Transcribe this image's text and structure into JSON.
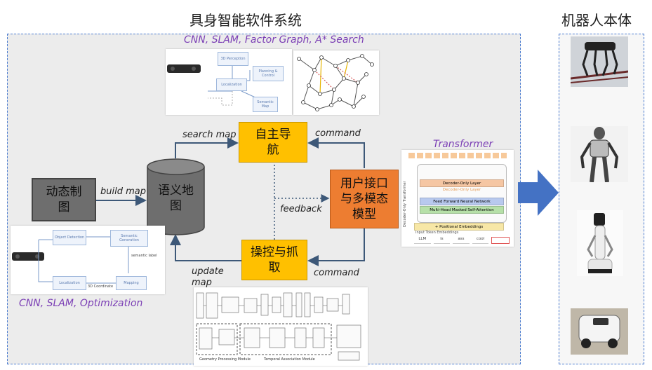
{
  "titles": {
    "software_system": "具身智能软件系统",
    "robot_body": "机器人本体"
  },
  "boxes": {
    "dynamic_mapping": "动态制\n图",
    "semantic_map": "语义地\n图",
    "navigation": "自主导\n航",
    "manipulation": "操控与抓\n取",
    "user_interface": "用户接口\n与多模态\n模型"
  },
  "edge_labels": {
    "build_map": "build map",
    "search_map": "search map",
    "update_map": "update\nmap",
    "command_top": "command",
    "command_bottom": "command",
    "feedback": "feedback"
  },
  "captions": {
    "navigation_methods": "CNN, SLAM, Factor Graph, A* Search",
    "mapping_methods": "CNN, SLAM, Optimization",
    "llm_model": "Transformer"
  },
  "nav_diagram_nodes": [
    "3D Perception",
    "Planning & Control",
    "Localization",
    "Semantic Map"
  ],
  "mapping_diagram_nodes": [
    "Object Detection",
    "Semantic Generation",
    "Localization",
    "Mapping"
  ],
  "mapping_diagram_text": [
    "semantic label",
    "3D Coordinate"
  ],
  "transformer_layers": [
    "Decoder-Only Layer",
    "Decoder-Only Layer",
    "Feed Forward Neural Network",
    "Multi-Head Masked Self-Attention",
    "+ Positional Embeddings",
    "Input Token Embeddings"
  ],
  "transformer_side_label": "Decoder-Only Transformer",
  "transformer_tokens": [
    "LLM",
    "is",
    "ass",
    "cool"
  ],
  "manip_diagram_captions": [
    "Geometry Processing Module",
    "Temporal Association Module"
  ],
  "colors": {
    "yellow_box": "#ffc000",
    "gray_box": "#6e6e6e",
    "orange_box": "#ed7d31",
    "arrow_blue": "#4472c4",
    "caption_purple": "#7b3fb5",
    "panel_border": "#4a7bd0"
  },
  "robot_images": [
    "quadruped-robot",
    "humanoid-robot",
    "service-robot",
    "delivery-robot"
  ]
}
